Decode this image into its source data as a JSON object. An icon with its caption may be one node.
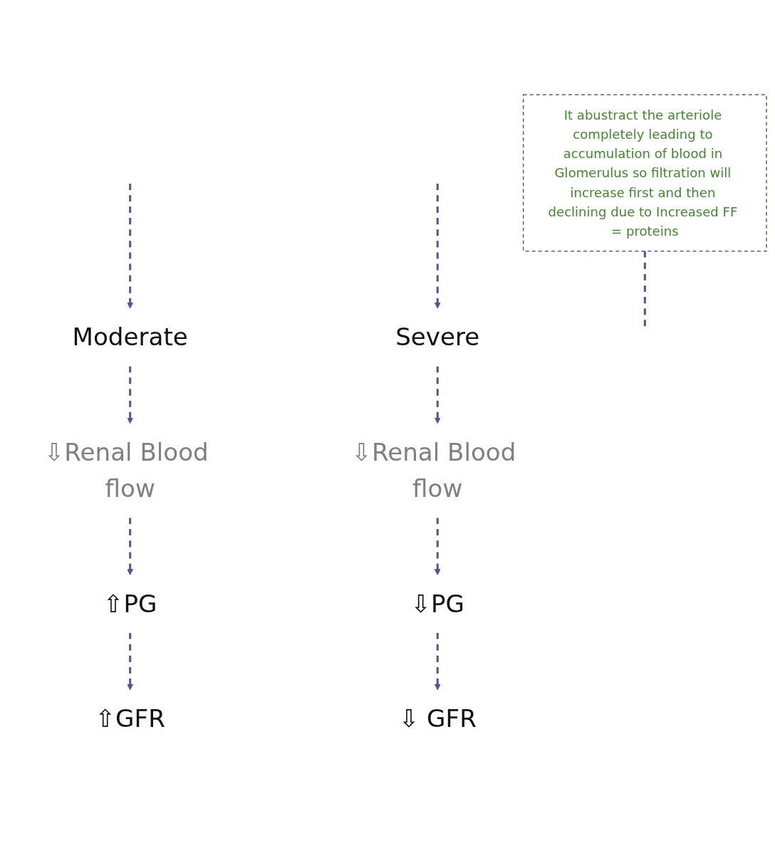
{
  "diagram": {
    "nodes": [
      {
        "text": [
          "Moderate"
        ]
      },
      {
        "text": [
          "It abustract the arteriole completely leading to accumulation of blood in Glomerulus so filtration will increase first and then declining due to Increased FF = proteins"
        ]
      },
      {
        "text": [
          "Severe"
        ]
      },
      {
        "text": [
          "⇩Renal Blood flow"
        ]
      },
      {
        "text": [
          "⇩Renal Blood flow"
        ]
      },
      {
        "text": [
          "⇧PG"
        ]
      },
      {
        "text": [
          "⇩PG"
        ]
      },
      {
        "text": [
          "⇧GFR"
        ]
      },
      {
        "text": [
          "⇩ GFR"
        ]
      }
    ],
    "edges": [
      {
        "from": null,
        "to": 0,
        "arrow": "to",
        "style": "dashed"
      },
      {
        "from": null,
        "to": 2,
        "arrow": "to",
        "style": "dashed"
      },
      {
        "from": 0,
        "to": 3,
        "arrow": "to",
        "style": "dashed"
      },
      {
        "from": 2,
        "to": 4,
        "arrow": "to",
        "style": "dashed"
      },
      {
        "from": 3,
        "to": 5,
        "arrow": "to",
        "style": "dashed"
      },
      {
        "from": 4,
        "to": 6,
        "arrow": "to",
        "style": "dashed"
      },
      {
        "from": 5,
        "to": 7,
        "arrow": "to",
        "style": "dashed"
      },
      {
        "from": 6,
        "to": 8,
        "arrow": "to",
        "style": "dashed"
      },
      {
        "from": 1,
        "to": null,
        "arrow": "none",
        "style": "dashed"
      }
    ]
  }
}
